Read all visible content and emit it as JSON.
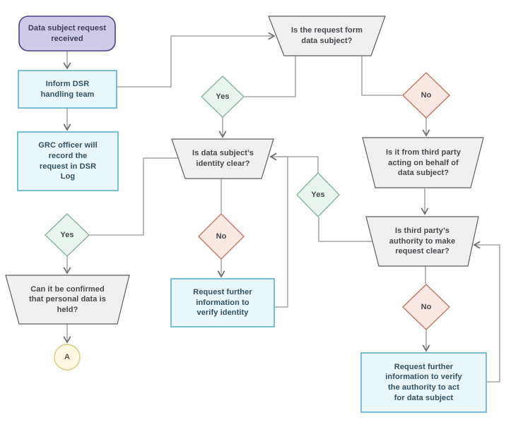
{
  "palette": {
    "start_fill": "#cecae8",
    "start_border": "#4d4284",
    "process_fill": "#e9f6fa",
    "process_border": "#45a5c5",
    "decision_fill": "#f0f0f0",
    "decision_border": "#5e5e5e",
    "yes_fill": "#eaf4ee",
    "yes_border": "#85b69d",
    "no_fill": "#fae8e4",
    "no_border": "#c0775f",
    "connector_fill": "#fcf7e1",
    "connector_border": "#d9c87e",
    "edge_color": "#949494"
  },
  "nodes": {
    "start": {
      "label": "Data subject request\nreceived",
      "type": "start"
    },
    "inform": {
      "label": "Inform DSR\nhandling team",
      "type": "process"
    },
    "grc": {
      "label": "GRC officer will\nrecord the\nrequest in DSR\nLog",
      "type": "process"
    },
    "q_request_form": {
      "label": "Is the request form\ndata subject?",
      "type": "decision"
    },
    "yes_request": {
      "label": "Yes",
      "type": "yes"
    },
    "no_request": {
      "label": "No",
      "type": "no"
    },
    "q_identity": {
      "label": "Is data subject’s\nidentity clear?",
      "type": "decision"
    },
    "q_third_party": {
      "label": "Is it from third party\nacting on behalf of\ndata subject?",
      "type": "decision"
    },
    "yes_authority": {
      "label": "Yes",
      "type": "yes"
    },
    "q_authority": {
      "label": "Is third party’s\nauthority to make\nrequest clear?",
      "type": "decision"
    },
    "no_identity": {
      "label": "No",
      "type": "no"
    },
    "yes_identity": {
      "label": "Yes",
      "type": "yes"
    },
    "q_confirm": {
      "label": "Can it be confirmed\nthat personal data is\nheld?",
      "type": "decision"
    },
    "connector_a": {
      "label": "A",
      "type": "connector"
    },
    "verify_identity": {
      "label": "Request further\ninformation to\nverify identity",
      "type": "process"
    },
    "no_authority": {
      "label": "No",
      "type": "no"
    },
    "verify_authority": {
      "label": "Request further\ninformation to verify\nthe authority to act\nfor data subject",
      "type": "process"
    }
  },
  "edges": [
    {
      "from": "start",
      "to": "inform"
    },
    {
      "from": "inform",
      "to": "grc"
    },
    {
      "from": "inform",
      "to": "q_request_form"
    },
    {
      "from": "q_request_form",
      "to": "q_identity",
      "via": "yes_request"
    },
    {
      "from": "q_request_form",
      "to": "q_third_party",
      "via": "no_request"
    },
    {
      "from": "q_identity",
      "to": "q_confirm",
      "via": "yes_identity"
    },
    {
      "from": "q_identity",
      "to": "verify_identity",
      "via": "no_identity"
    },
    {
      "from": "verify_identity",
      "to": "q_identity"
    },
    {
      "from": "q_third_party",
      "to": "q_authority"
    },
    {
      "from": "q_authority",
      "to": "q_identity",
      "via": "yes_authority"
    },
    {
      "from": "q_authority",
      "to": "verify_authority",
      "via": "no_authority"
    },
    {
      "from": "verify_authority",
      "to": "q_authority"
    },
    {
      "from": "q_confirm",
      "to": "connector_a"
    }
  ]
}
